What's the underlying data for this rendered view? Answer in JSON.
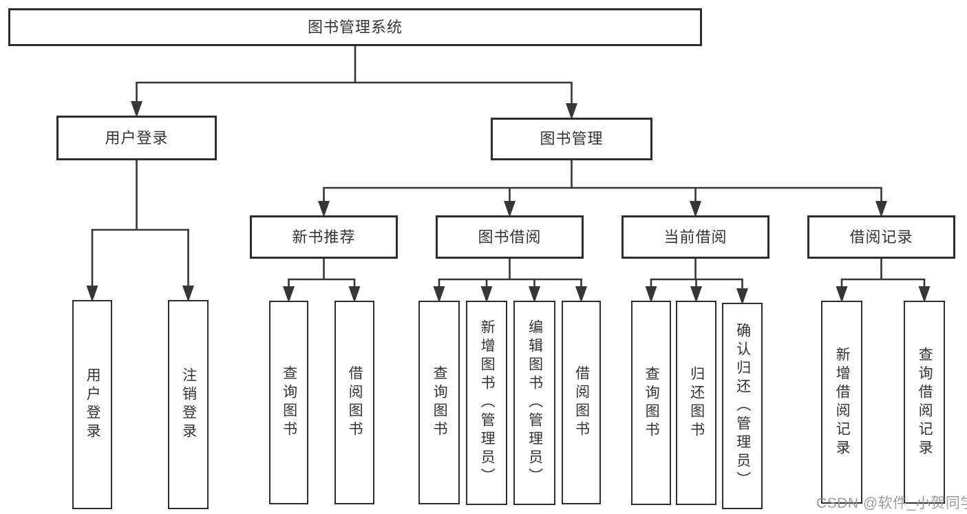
{
  "diagram": {
    "title": "图书管理系统",
    "nodes": [
      {
        "id": "root",
        "label": "图书管理系统",
        "orientation": "horizontal"
      },
      {
        "id": "user_login",
        "label": "用户登录",
        "orientation": "horizontal"
      },
      {
        "id": "book_mgmt",
        "label": "图书管理",
        "orientation": "horizontal"
      },
      {
        "id": "new_book_rec",
        "label": "新书推荐",
        "orientation": "horizontal"
      },
      {
        "id": "book_borrow",
        "label": "图书借阅",
        "orientation": "horizontal"
      },
      {
        "id": "current_borrow",
        "label": "当前借阅",
        "orientation": "horizontal"
      },
      {
        "id": "borrow_record",
        "label": "借阅记录",
        "orientation": "horizontal"
      },
      {
        "id": "ul_login",
        "label": "用户登录",
        "orientation": "vertical"
      },
      {
        "id": "ul_logout",
        "label": "注销登录",
        "orientation": "vertical"
      },
      {
        "id": "nbr_query",
        "label": "查询图书",
        "orientation": "vertical"
      },
      {
        "id": "nbr_borrow",
        "label": "借阅图书",
        "orientation": "vertical"
      },
      {
        "id": "bb_query",
        "label": "查询图书",
        "orientation": "vertical"
      },
      {
        "id": "bb_add",
        "label": "新增图书（管理员）",
        "orientation": "vertical"
      },
      {
        "id": "bb_edit",
        "label": "编辑图书（管理员）",
        "orientation": "vertical"
      },
      {
        "id": "bb_borrow",
        "label": "借阅图书",
        "orientation": "vertical"
      },
      {
        "id": "cb_query",
        "label": "查询图书",
        "orientation": "vertical"
      },
      {
        "id": "cb_return",
        "label": "归还图书",
        "orientation": "vertical"
      },
      {
        "id": "cb_confirm",
        "label": "确认归还（管理员）",
        "orientation": "vertical"
      },
      {
        "id": "br_add",
        "label": "新增借阅记录",
        "orientation": "vertical"
      },
      {
        "id": "br_query",
        "label": "查询借阅记录",
        "orientation": "vertical"
      }
    ],
    "edges": [
      {
        "from": "root",
        "to": [
          "user_login",
          "book_mgmt"
        ]
      },
      {
        "from": "user_login",
        "to": [
          "ul_login",
          "ul_logout"
        ]
      },
      {
        "from": "book_mgmt",
        "to": [
          "new_book_rec",
          "book_borrow",
          "current_borrow",
          "borrow_record"
        ]
      },
      {
        "from": "new_book_rec",
        "to": [
          "nbr_query",
          "nbr_borrow"
        ]
      },
      {
        "from": "book_borrow",
        "to": [
          "bb_query",
          "bb_add",
          "bb_edit",
          "bb_borrow"
        ]
      },
      {
        "from": "current_borrow",
        "to": [
          "cb_query",
          "cb_return",
          "cb_confirm"
        ]
      },
      {
        "from": "borrow_record",
        "to": [
          "br_add",
          "br_query"
        ]
      }
    ]
  },
  "watermark": {
    "text": "CSDN @软件_小贺同学"
  },
  "colors": {
    "line": "#363636",
    "box_border": "#2d2d2d",
    "text": "#333333",
    "background": "#ffffff",
    "watermark": "#949494"
  }
}
